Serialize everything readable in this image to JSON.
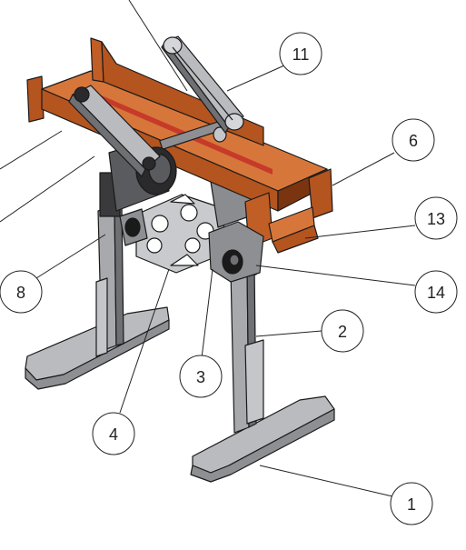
{
  "colors": {
    "frame": "#b4541f",
    "frame_dark": "#7a3510",
    "frame_light": "#d7763a",
    "steel": "#a7a9ad",
    "steel_dark": "#6e7074",
    "steel_light": "#d4d6d9",
    "black": "#1a1a1a",
    "belt": "#c63a2a"
  },
  "callouts": [
    {
      "id": "c1",
      "label": "1"
    },
    {
      "id": "c2",
      "label": "2"
    },
    {
      "id": "c3",
      "label": "3"
    },
    {
      "id": "c4",
      "label": "4"
    },
    {
      "id": "c6",
      "label": "6"
    },
    {
      "id": "c8",
      "label": "8"
    },
    {
      "id": "c11",
      "label": "11"
    },
    {
      "id": "c13",
      "label": "13"
    },
    {
      "id": "c14",
      "label": "14"
    }
  ]
}
